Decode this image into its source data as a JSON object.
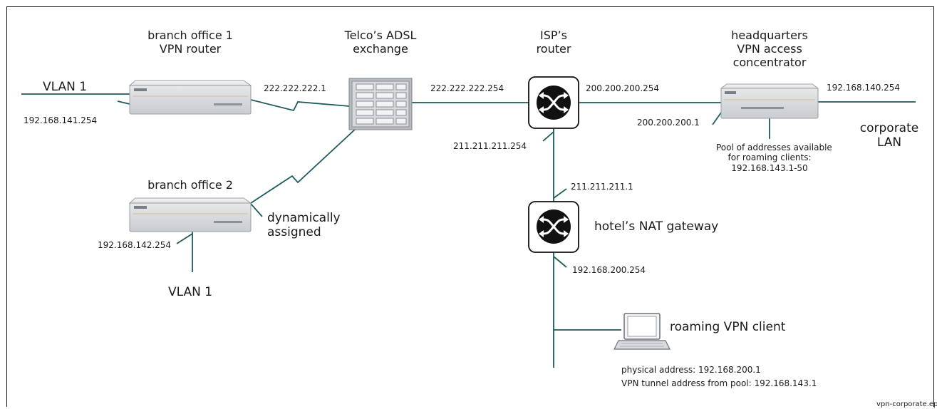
{
  "devices": {
    "branch1": {
      "title_line1": "branch office 1",
      "title_line2": "VPN router"
    },
    "adsl": {
      "title_line1": "Telco’s ADSL",
      "title_line2": "exchange"
    },
    "isp": {
      "title_line1": "ISP’s",
      "title_line2": "router"
    },
    "hq": {
      "title_line1": "headquarters",
      "title_line2": "VPN access",
      "title_line3": "concentrator"
    },
    "branch2": {
      "title": "branch office 2"
    },
    "nat": {
      "title": "hotel’s NAT gateway"
    },
    "client": {
      "title": "roaming VPN client"
    }
  },
  "networks": {
    "vlan1_branch1": "VLAN 1",
    "vlan1_branch2": "VLAN 1",
    "corporate_line1": "corporate",
    "corporate_line2": "LAN"
  },
  "addresses": {
    "branch1_lan": "192.168.141.254",
    "branch1_wan": "222.222.222.1",
    "isp_adsl": "222.222.222.254",
    "isp_hq": "200.200.200.254",
    "hq_wan": "200.200.200.1",
    "hq_lan": "192.168.140.254",
    "isp_hotel": "211.211.211.254",
    "nat_wan": "211.211.211.1",
    "nat_lan": "192.168.200.254",
    "branch2_lan": "192.168.142.254",
    "branch2_wan_line1": "dynamically",
    "branch2_wan_line2": "assigned"
  },
  "pool": {
    "line1": "Pool of addresses available",
    "line2": "for roaming clients:",
    "line3": "192.168.143.1-50"
  },
  "client_info": {
    "physical": "physical address: 192.168.200.1",
    "tunnel": "VPN tunnel address from pool: 192.168.143.1"
  },
  "footer": {
    "filename": "vpn-corporate.eps"
  },
  "colors": {
    "link": "#1f5a5a",
    "frame": "#111111",
    "device_body": "#e9eaec"
  }
}
